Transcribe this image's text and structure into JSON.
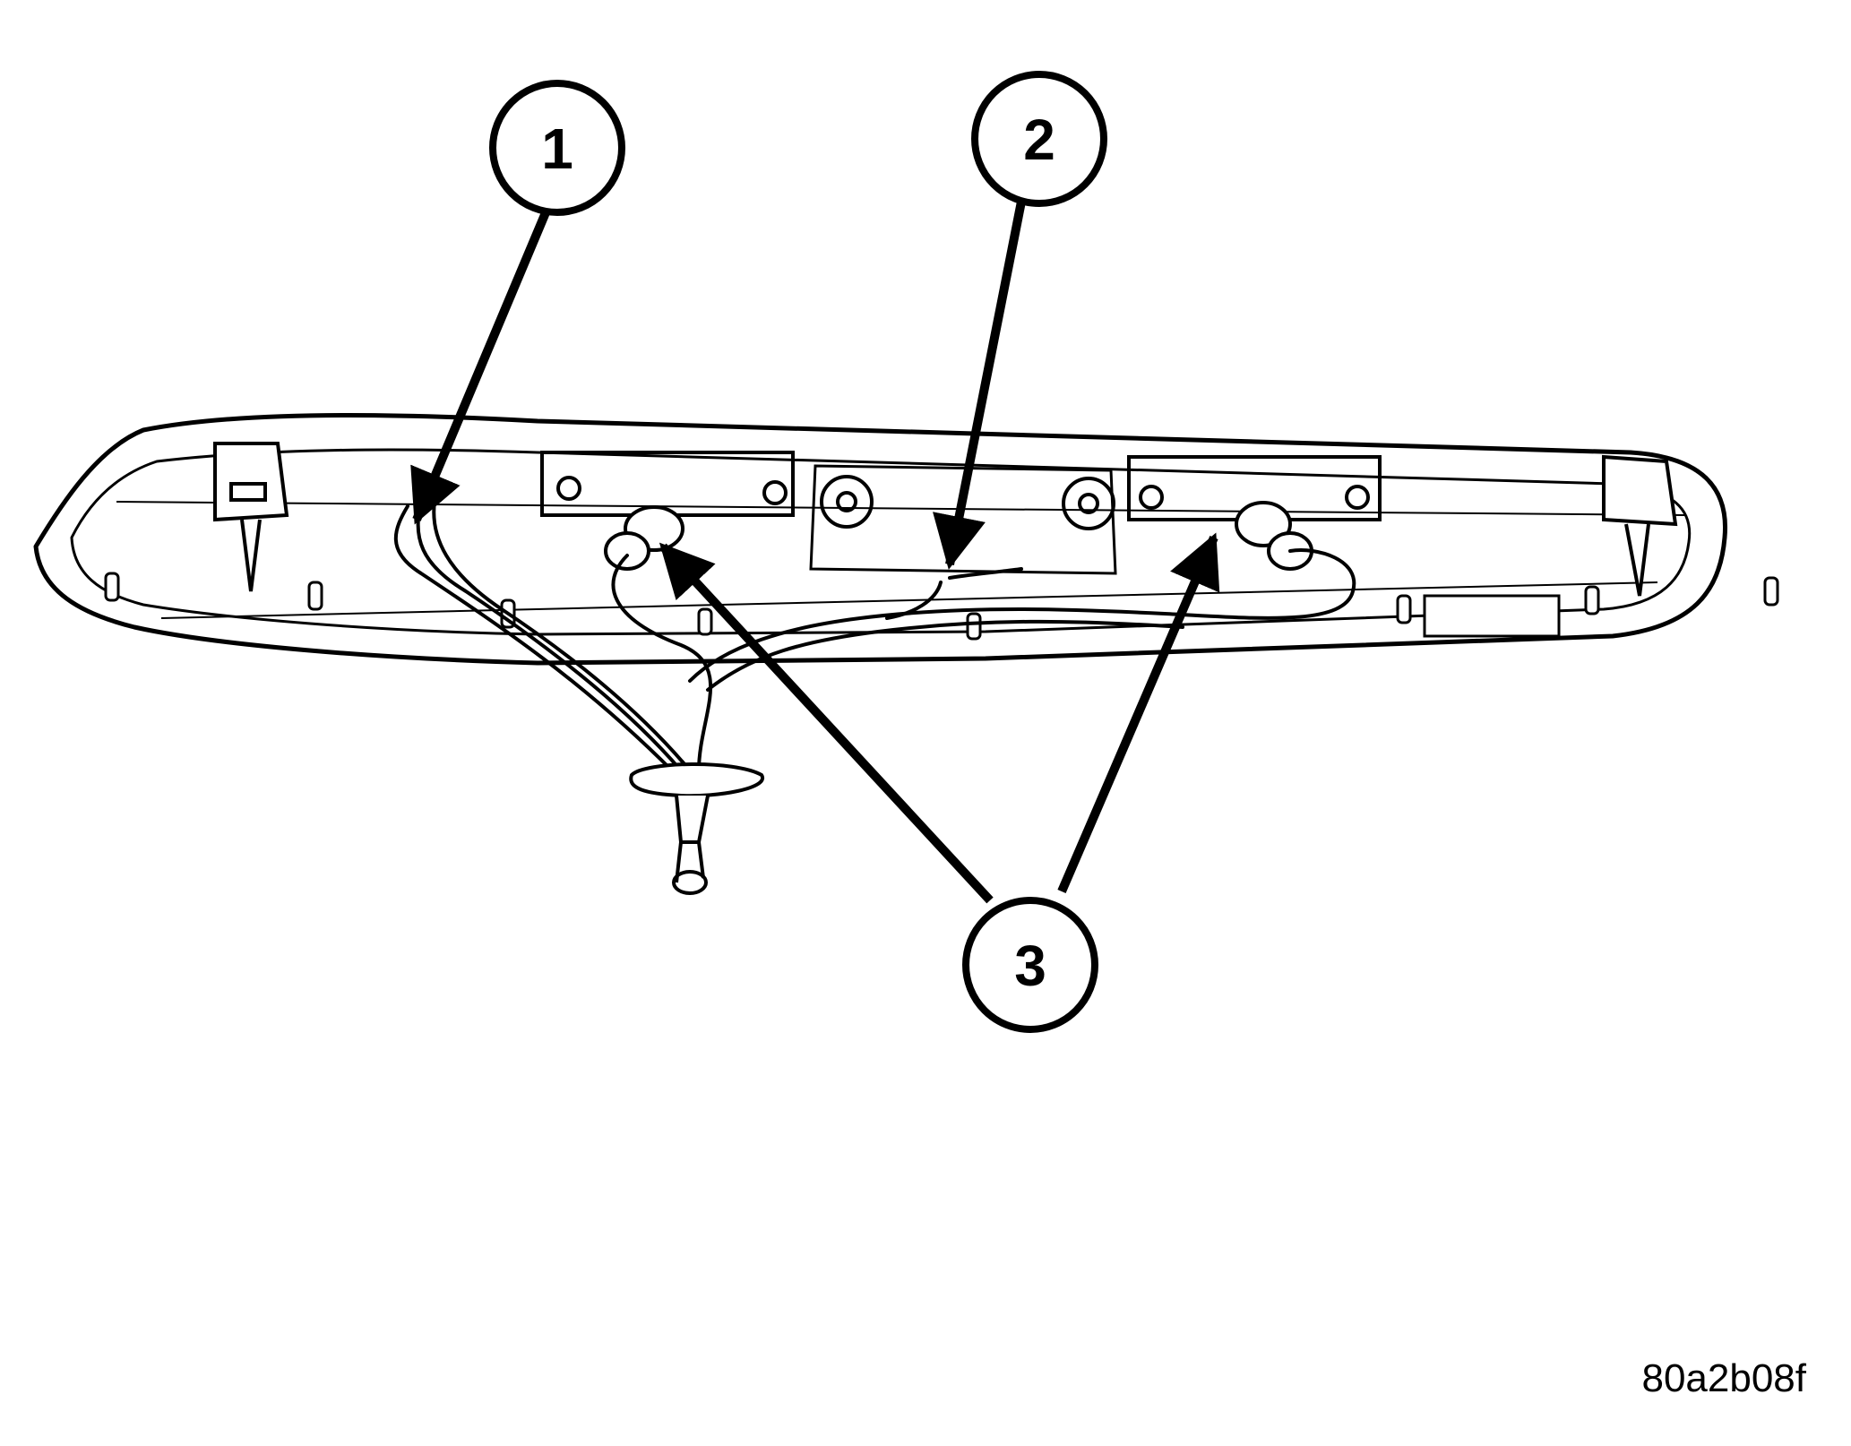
{
  "callouts": [
    {
      "id": "1",
      "label": "1"
    },
    {
      "id": "2",
      "label": "2"
    },
    {
      "id": "3",
      "label": "3"
    }
  ],
  "figure_id": "80a2b08f",
  "colors": {
    "ink": "#000000",
    "paper": "#ffffff"
  }
}
